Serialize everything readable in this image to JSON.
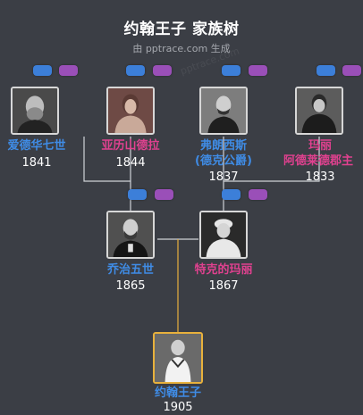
{
  "header": {
    "title": "约翰王子 家族树",
    "subtitle": "由 pptrace.com 生成",
    "watermark": "pptrace.com"
  },
  "colors": {
    "background": "#3b3e45",
    "male": "#3f8ce6",
    "female": "#e0418f",
    "line": "#cfd3d8",
    "focus_line": "#e8b13c"
  },
  "people": {
    "edward": {
      "name": "爱德华七世",
      "year": "1841",
      "gender": "male"
    },
    "alexandra": {
      "name": "亚历山德拉",
      "year": "1844",
      "gender": "female"
    },
    "francis": {
      "name_line1": "弗朗西斯",
      "name_line2": "(德克公爵)",
      "year": "1837",
      "gender": "male"
    },
    "mary_adelaide": {
      "name_line1": "玛丽",
      "name_line2": "阿德莱德郡主",
      "year": "1833",
      "gender": "female"
    },
    "george": {
      "name": "乔治五世",
      "year": "1865",
      "gender": "male"
    },
    "mary_teck": {
      "name": "特克的玛丽",
      "year": "1867",
      "gender": "female"
    },
    "john": {
      "name": "约翰王子",
      "year": "1905",
      "gender": "male"
    }
  }
}
